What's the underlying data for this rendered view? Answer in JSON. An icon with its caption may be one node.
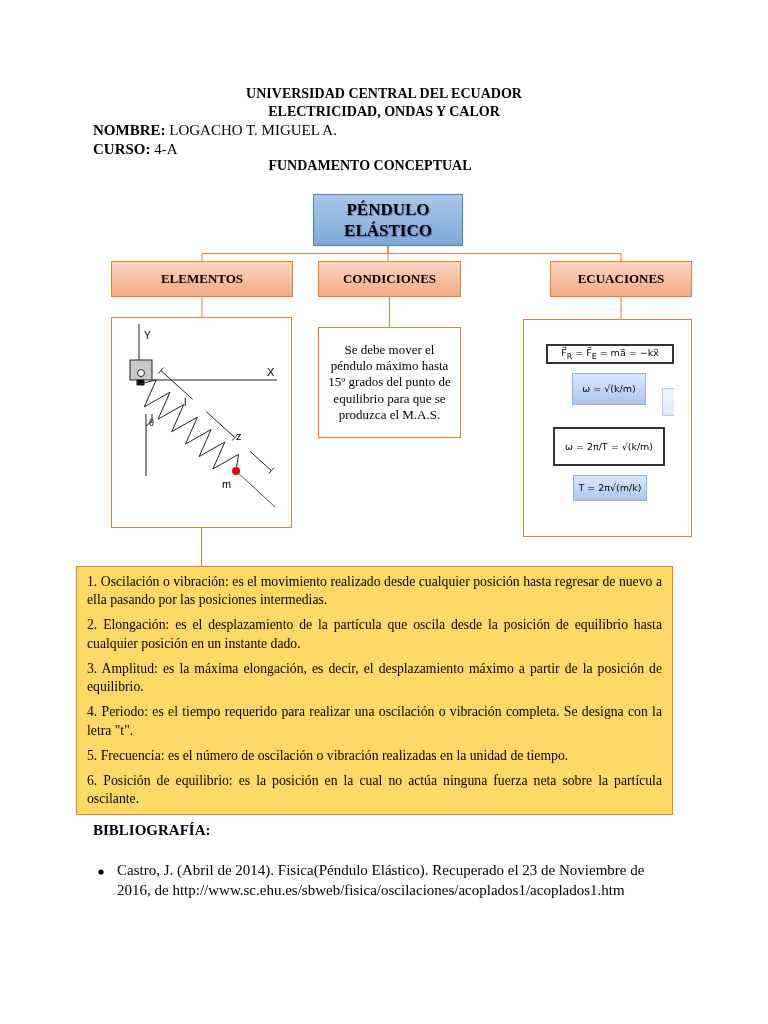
{
  "diagram": {
    "title": "UNIVERSIDAD CENTRAL DEL ECUADOR",
    "nodes": [
      {
        "text": [
          "PÉNDULO ELÁSTICO"
        ]
      },
      {
        "text": [
          "ELEMENTOS"
        ]
      },
      {
        "text": [
          "CONDICIONES"
        ]
      },
      {
        "text": [
          "ECUACIONES"
        ]
      },
      {
        "text": [],
        "shape": "picture"
      },
      {
        "text": [
          "Se debe mover el péndulo máximo hasta 15º grados del punto de equilibrio para que se produzca el M.A.S."
        ]
      },
      {
        "text": [],
        "shape": "box"
      },
      {
        "text": [
          "F⃗$_{R}$ = F⃗$_{E}$ = ma⃗ = −kx⃗"
        ],
        "in": 6
      },
      {
        "text": [
          "ω = √(k/m)"
        ],
        "in": 6
      },
      {
        "text": [],
        "shape": "box",
        "in": 6
      },
      {
        "text": [
          "ω = 2π/T = √(k/m)"
        ],
        "in": 6
      },
      {
        "text": [
          "T = 2π√(m/k)"
        ],
        "in": 6
      },
      {
        "text": [
          "1. Oscilación o vibración: es el movimiento realizado desde cualquier posición hasta regresar de nuevo a ella pasando por las posiciones intermedias.",
          "2. Elongación: es el desplazamiento de la partícula que oscila desde la posición de equilibrio hasta cualquier posición en un instante dado.",
          "3. Amplitud: es la máxima elongación, es decir, el desplazamiento máximo a partir de la posición de equilibrio.",
          "4. Periodo: es el tiempo requerido para realizar una oscilación o vibración completa. Se designa con la letra \"t\".",
          "5. Frecuencia: es el número de oscilación o vibración realizadas en la unidad de tiempo.",
          "6. Posición de equilibrio: es la posición en la cual no actúa ninguna fuerza neta sobre la partícula oscilante."
        ]
      }
    ],
    "edges": [
      {
        "from": 0,
        "to": 1,
        "arrow": "none"
      },
      {
        "from": 0,
        "to": 2,
        "arrow": "none"
      },
      {
        "from": 0,
        "to": 3,
        "arrow": "none"
      },
      {
        "from": 1,
        "to": 4,
        "arrow": "none"
      },
      {
        "from": 2,
        "to": 5,
        "arrow": "none"
      },
      {
        "from": 3,
        "to": 6,
        "arrow": "none"
      },
      {
        "from": 4,
        "to": 12,
        "arrow": "none"
      }
    ],
    "labels": [
      "ELECTRICIDAD, ONDAS Y CALOR",
      "**NOMBRE:** LOGACHO T. MIGUEL A.",
      "**CURSO:** 4-A",
      "FUNDAMENTO CONCEPTUAL",
      "Y",
      "X",
      "l",
      "z",
      "θ",
      "m",
      "BIBLIOGRAFÍA:",
      "Castro, J. (Abril de 2014). Fisica(Péndulo Elástico). Recuperado el 23 de Noviembre de 2016, de http://www.sc.ehu.es/sbweb/fisica/oscilaciones/acoplados1/acoplados1.htm"
    ]
  }
}
